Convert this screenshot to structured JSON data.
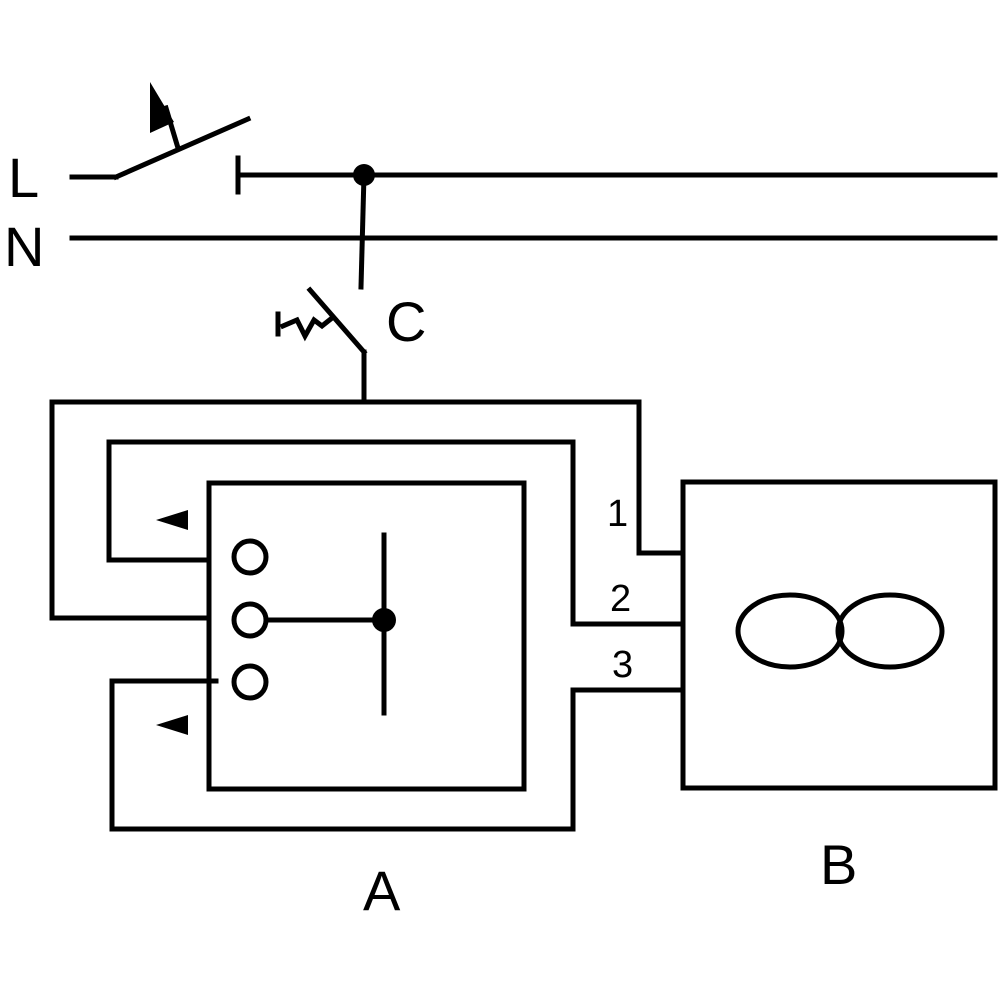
{
  "labels": {
    "line": "L",
    "neutral": "N",
    "switch_c": "C",
    "device_a": "A",
    "device_b": "B",
    "terminal_1": "1",
    "terminal_2": "2",
    "terminal_3": "3"
  },
  "colors": {
    "stroke": "#000000",
    "background": "#ffffff"
  },
  "icons": {
    "main_switch": "manual-switch-icon",
    "switch_c": "thermal-switch-icon",
    "device_b": "two-ovals-icon",
    "terminals": "terminal-circle-icon",
    "markers": "triangle-marker-icon"
  }
}
